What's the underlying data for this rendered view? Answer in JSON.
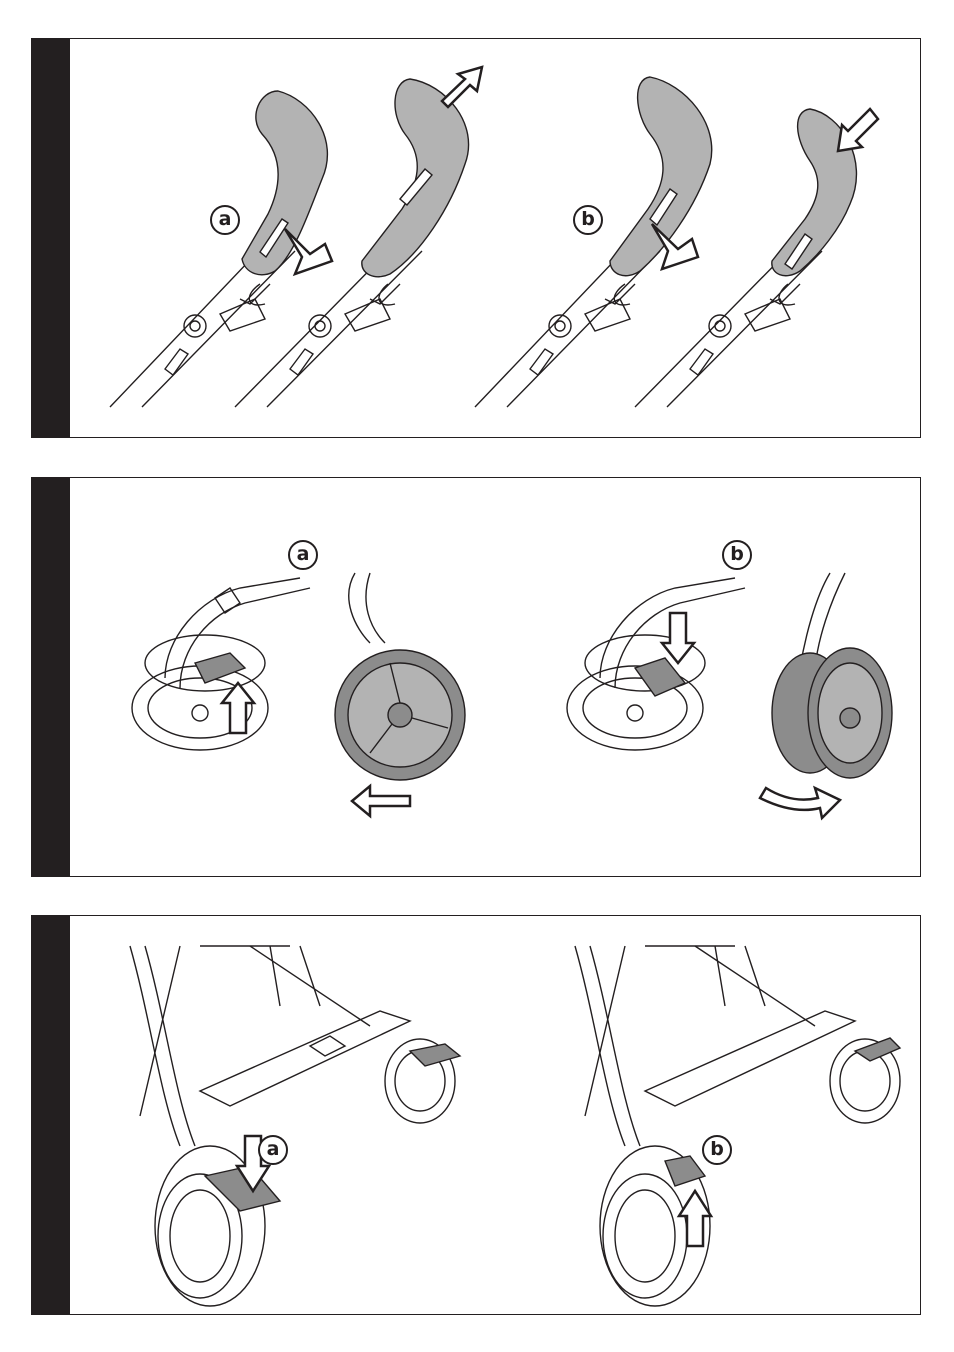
{
  "panels": [
    {
      "id": "handle-adjust",
      "labels": [
        "a",
        "b"
      ]
    },
    {
      "id": "wheel-swivel",
      "labels": [
        "a",
        "b"
      ]
    },
    {
      "id": "brake",
      "labels": [
        "a",
        "b"
      ]
    }
  ],
  "colors": {
    "ink": "#231f20",
    "part_fill": "#b3b3b3",
    "dark_fill": "#8c8c8c"
  },
  "icons": [
    "arrow-icon",
    "curved-arrow-icon"
  ]
}
